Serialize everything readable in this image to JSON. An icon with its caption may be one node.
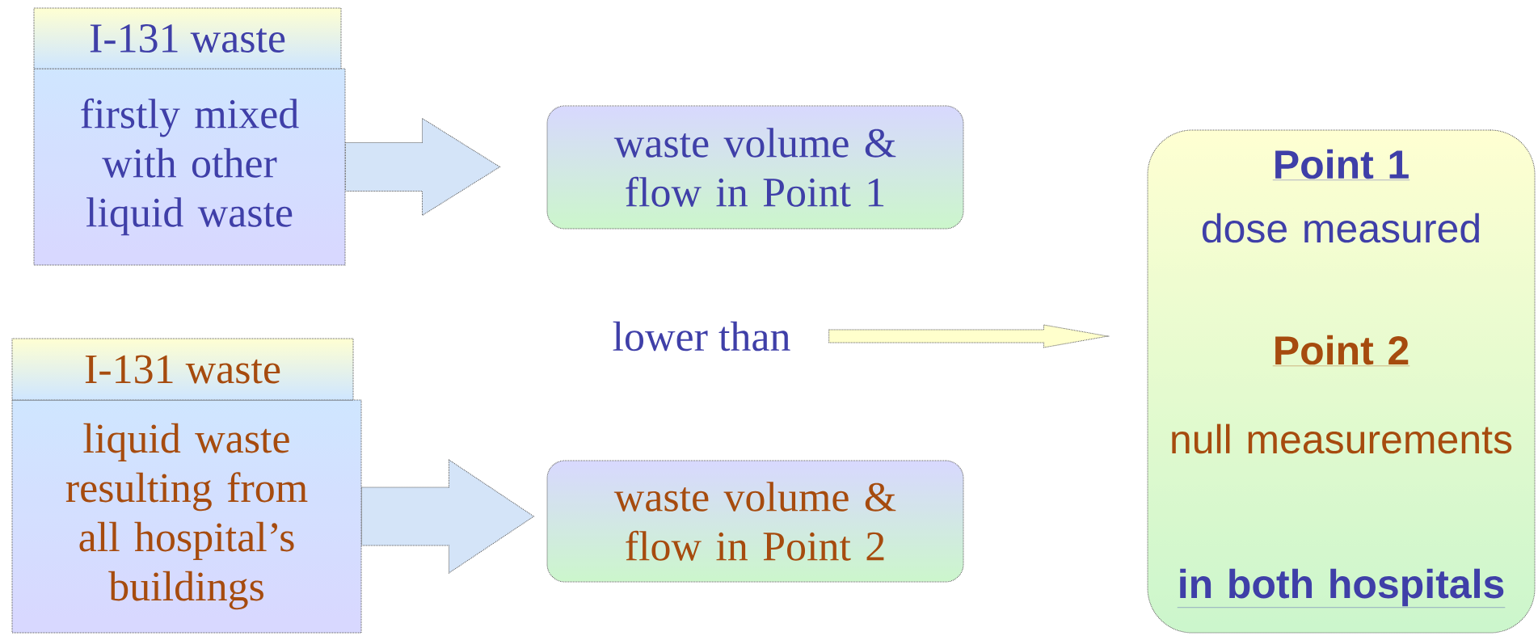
{
  "diagram": {
    "nodes": [
      {
        "text": [
          "I-131 waste",
          "firstly mixed with other liquid waste"
        ]
      },
      {
        "text": [
          "waste volume & flow in Point 1"
        ]
      },
      {
        "text": [
          "lower than"
        ]
      },
      {
        "text": [
          "Point 1",
          "dose measured",
          "Point 2",
          "null measurements",
          "in both hospitals"
        ]
      },
      {
        "text": [
          "I-131 waste",
          "liquid waste resulting from all hospital’s buildings"
        ]
      },
      {
        "text": [
          "waste volume & flow in Point 2"
        ]
      }
    ],
    "edges": [
      {
        "from": 0,
        "to": 1,
        "arrow": "to"
      },
      {
        "from": 2,
        "to": 3,
        "arrow": "to",
        "color": "#ffffcc"
      },
      {
        "from": 4,
        "to": 5,
        "arrow": "to"
      }
    ]
  }
}
